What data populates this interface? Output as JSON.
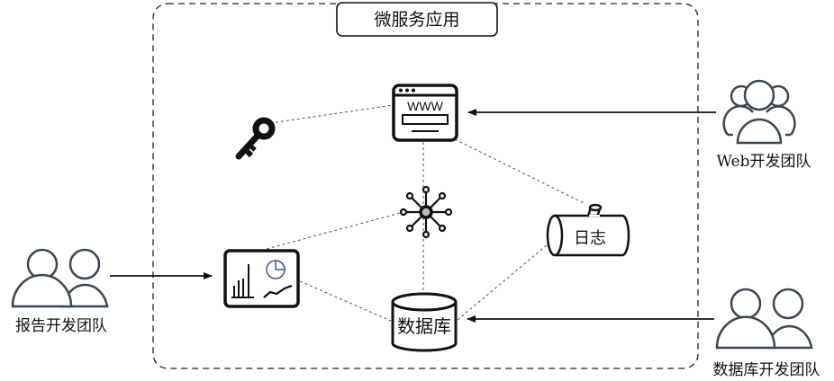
{
  "title": "微服务应用",
  "nodes": {
    "web": {
      "label": "WWW",
      "icon": "browser-window-icon"
    },
    "key": {
      "icon": "key-icon"
    },
    "hub": {
      "icon": "network-hub-icon"
    },
    "log": {
      "label": "日志",
      "icon": "log-pipe-icon"
    },
    "dashboard": {
      "icon": "dashboard-chart-icon"
    },
    "database": {
      "label": "数据库",
      "icon": "database-cylinder-icon"
    }
  },
  "teams": {
    "web_team": {
      "label": "Web开发团队",
      "icon": "team-three-users-icon"
    },
    "report_team": {
      "label": "报告开发团队",
      "icon": "team-two-users-icon"
    },
    "db_team": {
      "label": "数据库开发团队",
      "icon": "team-two-users-icon"
    }
  },
  "colors": {
    "stroke": "#111111",
    "team_icon": "#3d4652",
    "pie_accent": "#3a5a9c",
    "dashed": "#555555",
    "hub_fill": "#bbbbbb"
  }
}
